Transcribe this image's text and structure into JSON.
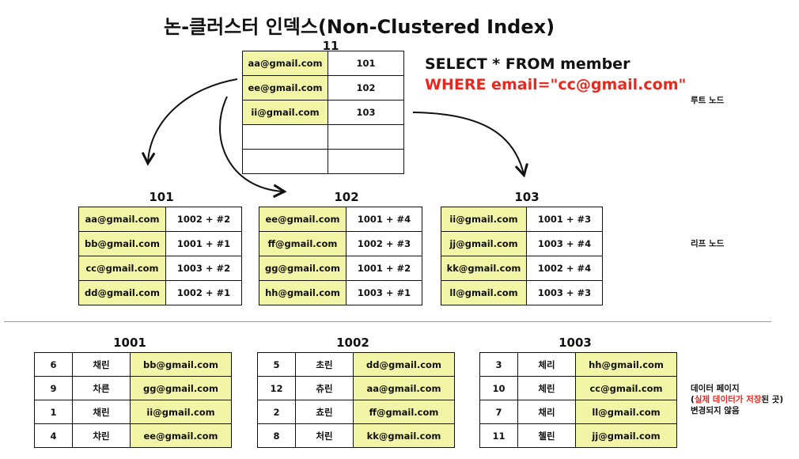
{
  "title": "논-클러스터 인덱스(Non-Clustered Index)",
  "query": {
    "line1": "SELECT * FROM member",
    "line2": "WHERE email=\"cc@gmail.com\""
  },
  "colors": {
    "highlight": "#f3f5a6",
    "red": "#e8281f",
    "border": "#111111"
  },
  "root": {
    "label": "11",
    "rows": [
      [
        "aa@gmail.com",
        "101"
      ],
      [
        "ee@gmail.com",
        "102"
      ],
      [
        "ii@gmail.com",
        "103"
      ],
      [
        "",
        ""
      ],
      [
        "",
        ""
      ]
    ]
  },
  "leaves": [
    {
      "label": "101",
      "rows": [
        [
          "aa@gmail.com",
          "1002 + #2"
        ],
        [
          "bb@gmail.com",
          "1001 + #1"
        ],
        [
          "cc@gmail.com",
          "1003 + #2"
        ],
        [
          "dd@gmail.com",
          "1002 + #1"
        ]
      ]
    },
    {
      "label": "102",
      "rows": [
        [
          "ee@gmail.com",
          "1001 + #4"
        ],
        [
          "ff@gmail.com",
          "1002 + #3"
        ],
        [
          "gg@gmail.com",
          "1001 + #2"
        ],
        [
          "hh@gmail.com",
          "1003 + #1"
        ]
      ]
    },
    {
      "label": "103",
      "rows": [
        [
          "ii@gmail.com",
          "1001 + #3"
        ],
        [
          "jj@gmail.com",
          "1003 + #4"
        ],
        [
          "kk@gmail.com",
          "1002 + #4"
        ],
        [
          "ll@gmail.com",
          "1003 + #3"
        ]
      ]
    }
  ],
  "pages": [
    {
      "label": "1001",
      "rows": [
        [
          "6",
          "채린",
          "bb@gmail.com"
        ],
        [
          "9",
          "차른",
          "gg@gmail.com"
        ],
        [
          "1",
          "채린",
          "ii@gmail.com"
        ],
        [
          "4",
          "챠린",
          "ee@gmail.com"
        ]
      ]
    },
    {
      "label": "1002",
      "rows": [
        [
          "5",
          "초린",
          "dd@gmail.com"
        ],
        [
          "12",
          "츄린",
          "aa@gmail.com"
        ],
        [
          "2",
          "쵸린",
          "ff@gmail.com"
        ],
        [
          "8",
          "처린",
          "kk@gmail.com"
        ]
      ]
    },
    {
      "label": "1003",
      "rows": [
        [
          "3",
          "체리",
          "hh@gmail.com"
        ],
        [
          "10",
          "체린",
          "cc@gmail.com"
        ],
        [
          "7",
          "채리",
          "ll@gmail.com"
        ],
        [
          "11",
          "첼린",
          "jj@gmail.com"
        ]
      ]
    }
  ],
  "side_labels": {
    "root": "루트 노드",
    "leaf": "리프 노드",
    "data_line1": "데이터 페이지",
    "data_open": "(",
    "data_red": "실제 데이터가 저장",
    "data_close": "된 곳)",
    "data_line3": "변경되지 않음"
  }
}
